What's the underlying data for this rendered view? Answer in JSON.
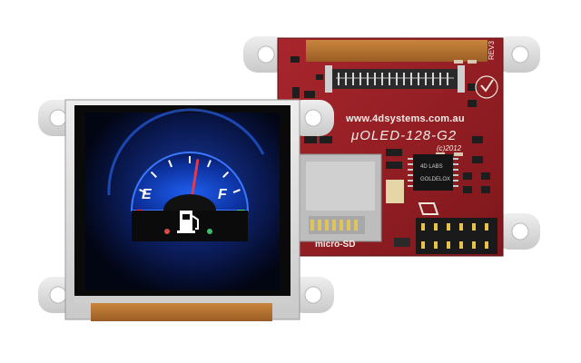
{
  "board": {
    "url": "www.4dsystems.com.au",
    "model": "μOLED-128-G2",
    "copyright": "(c)2012",
    "revision": "REV3",
    "sd_label": "micro-SD",
    "chip_brand": "4D LABS",
    "chip_name": "GOLDELOX"
  },
  "display": {
    "gauge": {
      "empty_label": "E",
      "full_label": "F",
      "fuel_level": 0.55
    }
  },
  "colors": {
    "pcb": "#9c1f24",
    "frame": "#d9d9d9",
    "screen_glow": "#1a5cff",
    "gauge_needle": "#e23a4a",
    "gauge_full_tick": "#3fe07a",
    "flex_cable": "#b5712f"
  }
}
